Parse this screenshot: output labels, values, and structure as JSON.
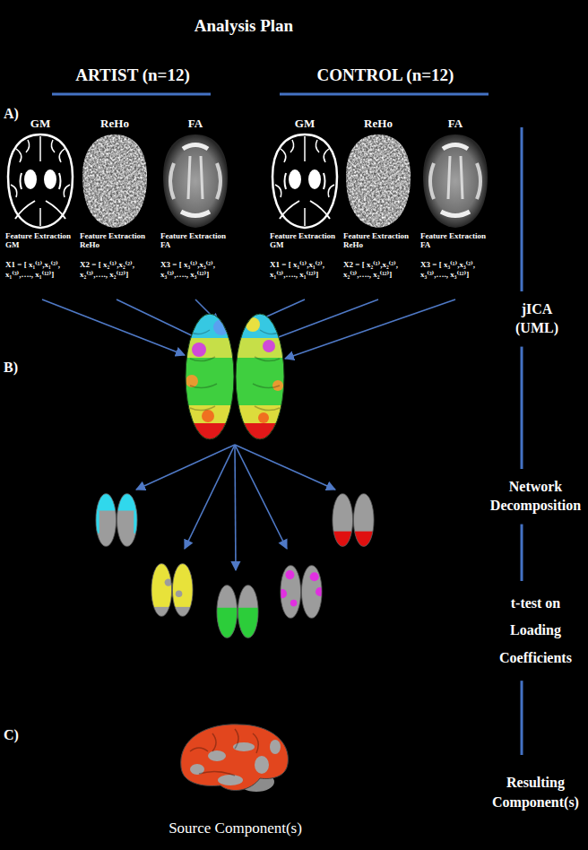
{
  "diagram": {
    "title": "Analysis Plan",
    "nodes": [
      {
        "text": [
          "GM",
          "Feature Extraction GM",
          "X1 = [ x₁⁽¹⁾,x₁⁽²⁾, x₁⁽³⁾,…., x₁⁽¹²⁾]"
        ]
      },
      {
        "text": [
          "ReHo",
          "Feature Extraction ReHo",
          "X2 = [ x₂⁽¹⁾,x₂⁽²⁾, x₂⁽³⁾,…., x₂⁽¹²⁾]"
        ]
      },
      {
        "text": [
          "FA",
          "Feature Extraction FA",
          "X3 = [ x₃⁽¹⁾,x₃⁽²⁾, x₃⁽³⁾,…., x₃⁽¹²⁾]"
        ]
      },
      {
        "text": [
          "GM",
          "Feature Extraction GM",
          "X1 = [ x₁⁽¹⁾,x₁⁽²⁾, x₁⁽³⁾,…., x₁⁽¹²⁾]"
        ]
      },
      {
        "text": [
          "ReHo",
          "Feature Extraction ReHo",
          "X2 = [ x₂⁽¹⁾,x₂⁽²⁾, x₂⁽³⁾,…., x₂⁽¹²⁾]"
        ]
      },
      {
        "text": [
          "FA",
          "Feature Extraction FA",
          "X3 = [ x₃⁽¹⁾,x₃⁽²⁾, x₃⁽³⁾,…., x₃⁽¹²⁾]"
        ]
      }
    ],
    "labels": [
      "ARTIST (n=12)",
      "CONTROL (n=12)",
      "A)",
      "B)",
      "C)",
      "jICA (UML)",
      "Network Decomposition",
      "t-test on Loading Coefficients",
      "Resulting Component(s)",
      "Source Component(s)"
    ]
  }
}
